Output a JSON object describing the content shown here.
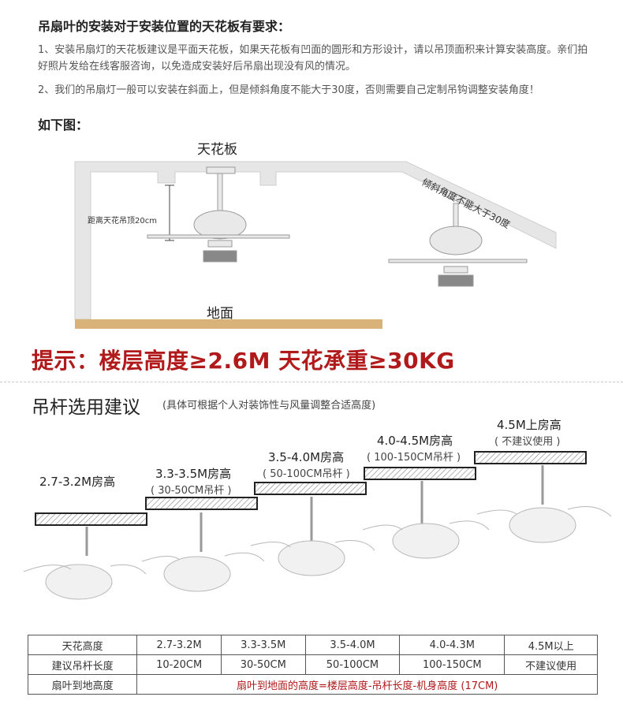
{
  "heading": "吊扇叶的安装对于安装位置的天花板有要求：",
  "paragraphs": [
    "1、安装吊扇灯的天花板建议是平面天花板，如果天花板有凹面的圆形和方形设计，请以吊顶面积来计算安装高度。亲们拍好照片发给在线客服咨询，以免造成安装好后吊扇出现没有风的情况。",
    "2、我们的吊扇灯一般可以安装在斜面上，但是倾斜角度不能大于30度，否则需要自己定制吊钩调整安装角度！"
  ],
  "subheading": "如下图：",
  "diagram": {
    "ceiling": "天花板",
    "floor": "地面",
    "distance": "距离天花吊顶20cm",
    "tilt": "倾斜角度不能大于30度"
  },
  "tip": "提示：楼层高度≥2.6M  天花承重≥30KG",
  "section": {
    "title": "吊杆选用建议",
    "note": "(具体可根据个人对装饰性与风量调整合适高度)"
  },
  "steps": [
    {
      "range": "2.7-3.2M房高",
      "rod": ""
    },
    {
      "range": "3.3-3.5M房高",
      "rod": "( 30-50CM吊杆 )"
    },
    {
      "range": "3.5-4.0M房高",
      "rod": "( 50-100CM吊杆 )"
    },
    {
      "range": "4.0-4.5M房高",
      "rod": "( 100-150CM吊杆 )"
    },
    {
      "range": "4.5M上房高",
      "rod": "( 不建议使用 )"
    }
  ],
  "table": {
    "rows": [
      [
        "天花高度",
        "2.7-3.2M",
        "3.3-3.5M",
        "3.5-4.0M",
        "4.0-4.3M",
        "4.5M以上"
      ],
      [
        "建议吊杆长度",
        "10-20CM",
        "30-50CM",
        "50-100CM",
        "100-150CM",
        "不建议使用"
      ]
    ],
    "last_row_label": "扇叶到地高度",
    "last_row_value": "扇叶到地面的高度=楼层高度-吊杆长度-机身高度 (17CM)"
  },
  "colors": {
    "accent_red": "#b01a1a",
    "floor": "#d9b27a",
    "wall": "#e6e6e6"
  }
}
